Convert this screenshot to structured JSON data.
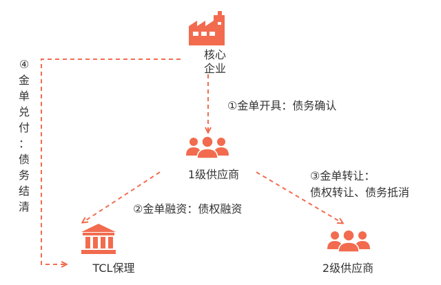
{
  "colors": {
    "accent": "#f26b4f",
    "text": "#333333"
  },
  "nodes": {
    "core_enterprise": {
      "line1": "核心",
      "line2": "企业",
      "icon": "factory-icon"
    },
    "supplier_level1": {
      "label": "1级供应商",
      "icon": "people-group-icon"
    },
    "tcl_factoring": {
      "label": "TCL保理",
      "icon": "bank-building-icon"
    },
    "supplier_level2": {
      "label": "2级供应商",
      "icon": "people-group-icon"
    }
  },
  "edges": {
    "issue": {
      "label": "①金单开具：债务确认"
    },
    "financing": {
      "label": "②金单融资：债权融资"
    },
    "transfer": {
      "line1": "③金单转让：",
      "line2": "债权转让、债务抵消"
    },
    "settlement": {
      "chars": [
        "④",
        "金",
        "单",
        "兑",
        "付",
        "：",
        "债",
        "务",
        "结",
        "清"
      ]
    }
  }
}
